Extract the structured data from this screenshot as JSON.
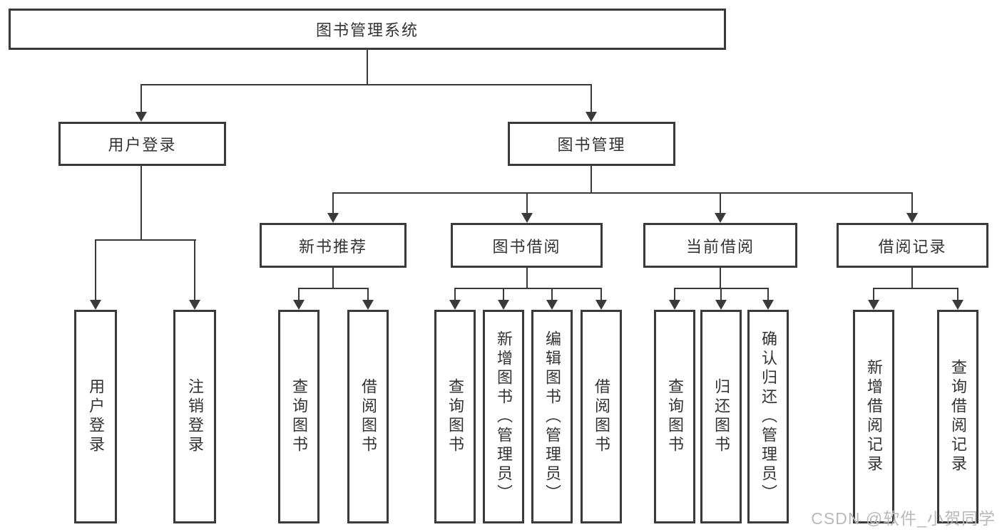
{
  "colors": {
    "line": "#3a3a3a",
    "border": "#3a3a3a",
    "text": "#333333",
    "watermark": "#b9b9b9",
    "background": "#ffffff"
  },
  "watermark": {
    "text": "CSDN @软件_小贺同学"
  },
  "nodes": {
    "root": {
      "label": "图书管理系统"
    },
    "user_login": {
      "label": "用户登录"
    },
    "book_mgmt": {
      "label": "图书管理"
    },
    "new_book_rec": {
      "label": "新书推荐"
    },
    "book_borrow": {
      "label": "图书借阅"
    },
    "current_borrow": {
      "label": "当前借阅"
    },
    "borrow_records": {
      "label": "借阅记录"
    },
    "leaves": [
      {
        "label": "用户登录"
      },
      {
        "label": "注销登录"
      },
      {
        "label": "查询图书"
      },
      {
        "label": "借阅图书"
      },
      {
        "label": "查询图书"
      },
      {
        "label": "新增图书（管理员）"
      },
      {
        "label": "编辑图书（管理员）"
      },
      {
        "label": "借阅图书"
      },
      {
        "label": "查询图书"
      },
      {
        "label": "归还图书"
      },
      {
        "label": "确认归还（管理员）"
      },
      {
        "label": "新增借阅记录"
      },
      {
        "label": "查询借阅记录"
      }
    ]
  }
}
